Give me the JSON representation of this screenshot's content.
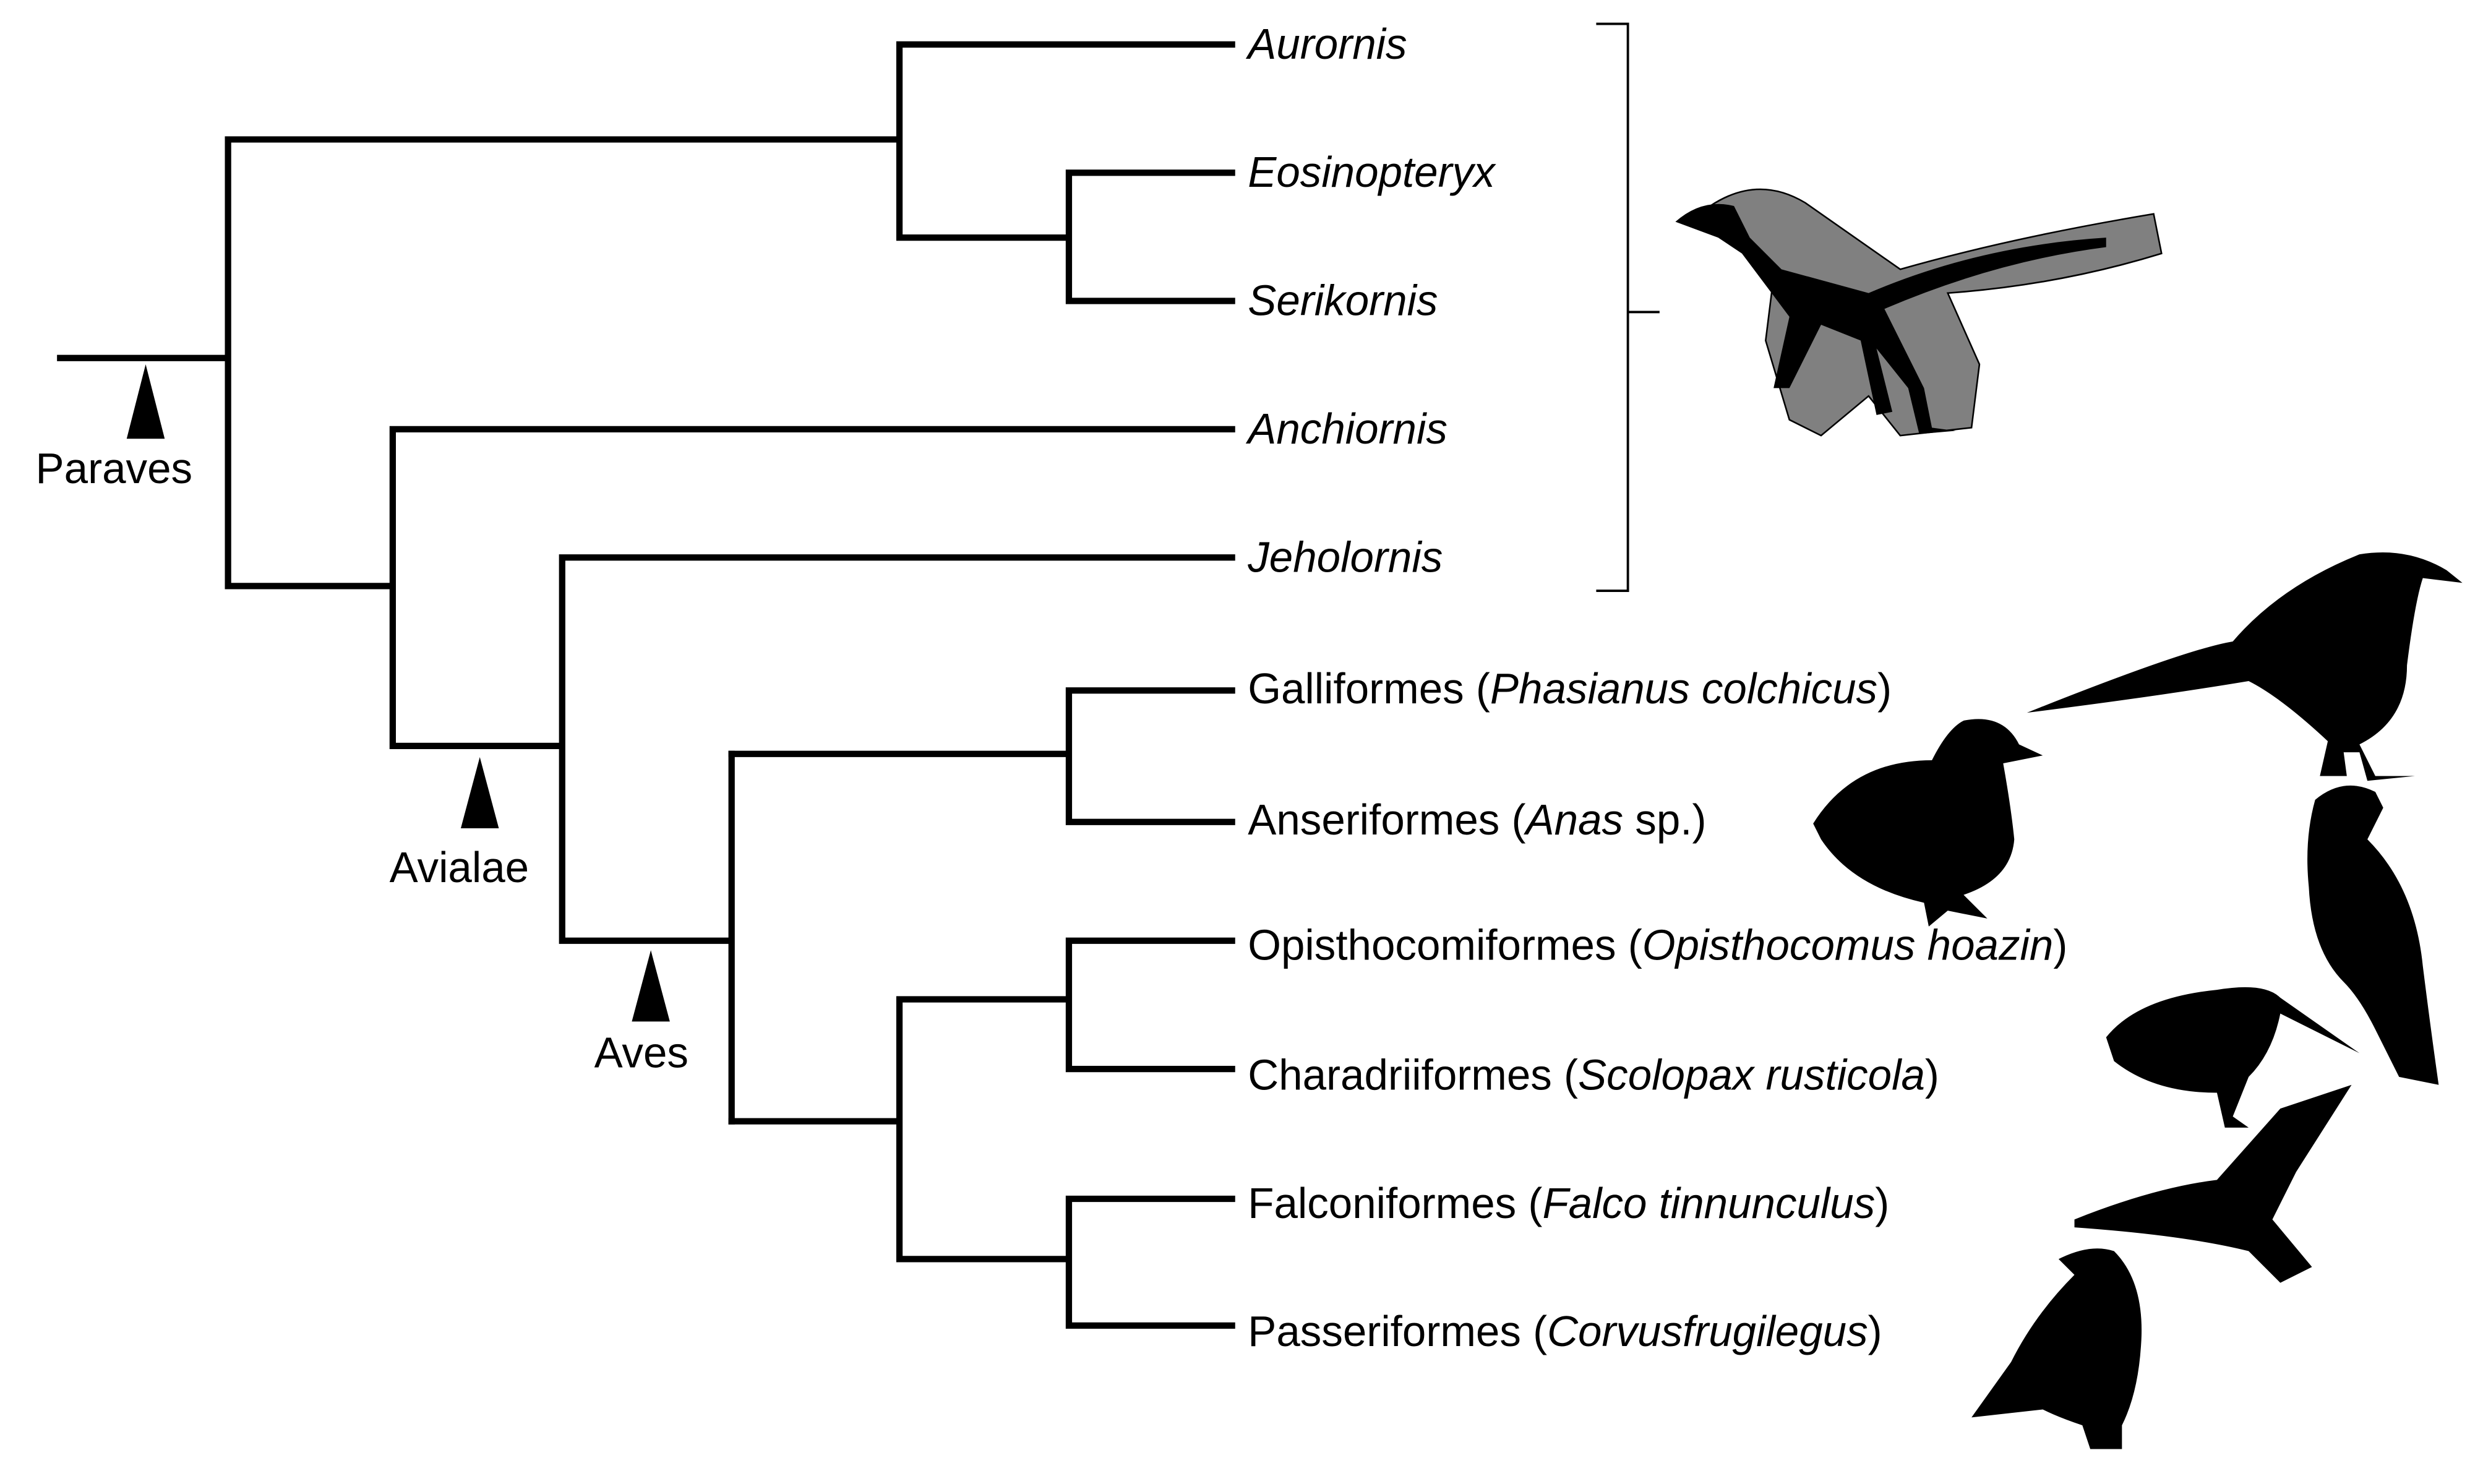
{
  "taxa": [
    {
      "plain": "",
      "italic": "Aurornis",
      "suffix": ""
    },
    {
      "plain": "",
      "italic": "Eosinopteryx",
      "suffix": ""
    },
    {
      "plain": "",
      "italic": "Serikornis",
      "suffix": ""
    },
    {
      "plain": "",
      "italic": "Anchiornis",
      "suffix": ""
    },
    {
      "plain": "",
      "italic": "Jeholornis",
      "suffix": ""
    },
    {
      "plain": "Galliformes (",
      "italic": "Phasianus colchicus",
      "suffix": ")"
    },
    {
      "plain": "Anseriformes (",
      "italic": "Anas",
      "suffix": " sp.)"
    },
    {
      "plain": "Opisthocomiformes (",
      "italic": "Opisthocomus hoazin",
      "suffix": ")"
    },
    {
      "plain": "Charadriiformes (",
      "italic": "Scolopax rusticola",
      "suffix": ")"
    },
    {
      "plain": "Falconiformes (",
      "italic": "Falco tinnunculus",
      "suffix": ")"
    },
    {
      "plain": "Passeriformes (",
      "italic": "Corvusfrugilegus",
      "suffix": ")"
    }
  ],
  "clades": {
    "paraves": "Paraves",
    "avialae": "Avialae",
    "aves": "Aves"
  },
  "colors": {
    "line": "#000000",
    "feather": "#808080"
  }
}
